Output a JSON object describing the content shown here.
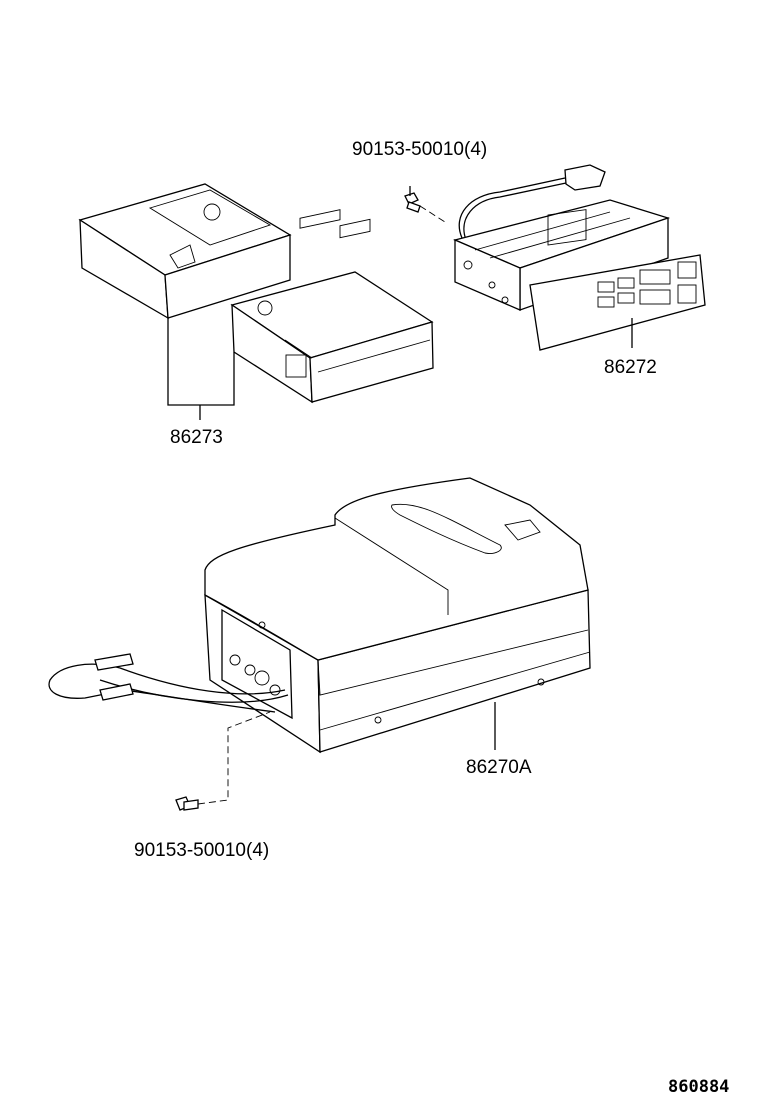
{
  "labels": {
    "bolt_top": "90153-50010(4)",
    "part_86272": "86272",
    "part_86273": "86273",
    "part_86270A": "86270A",
    "bolt_bottom": "90153-50010(4)",
    "drawing_ref": "860884"
  },
  "colors": {
    "line": "#000000",
    "background": "#ffffff"
  }
}
